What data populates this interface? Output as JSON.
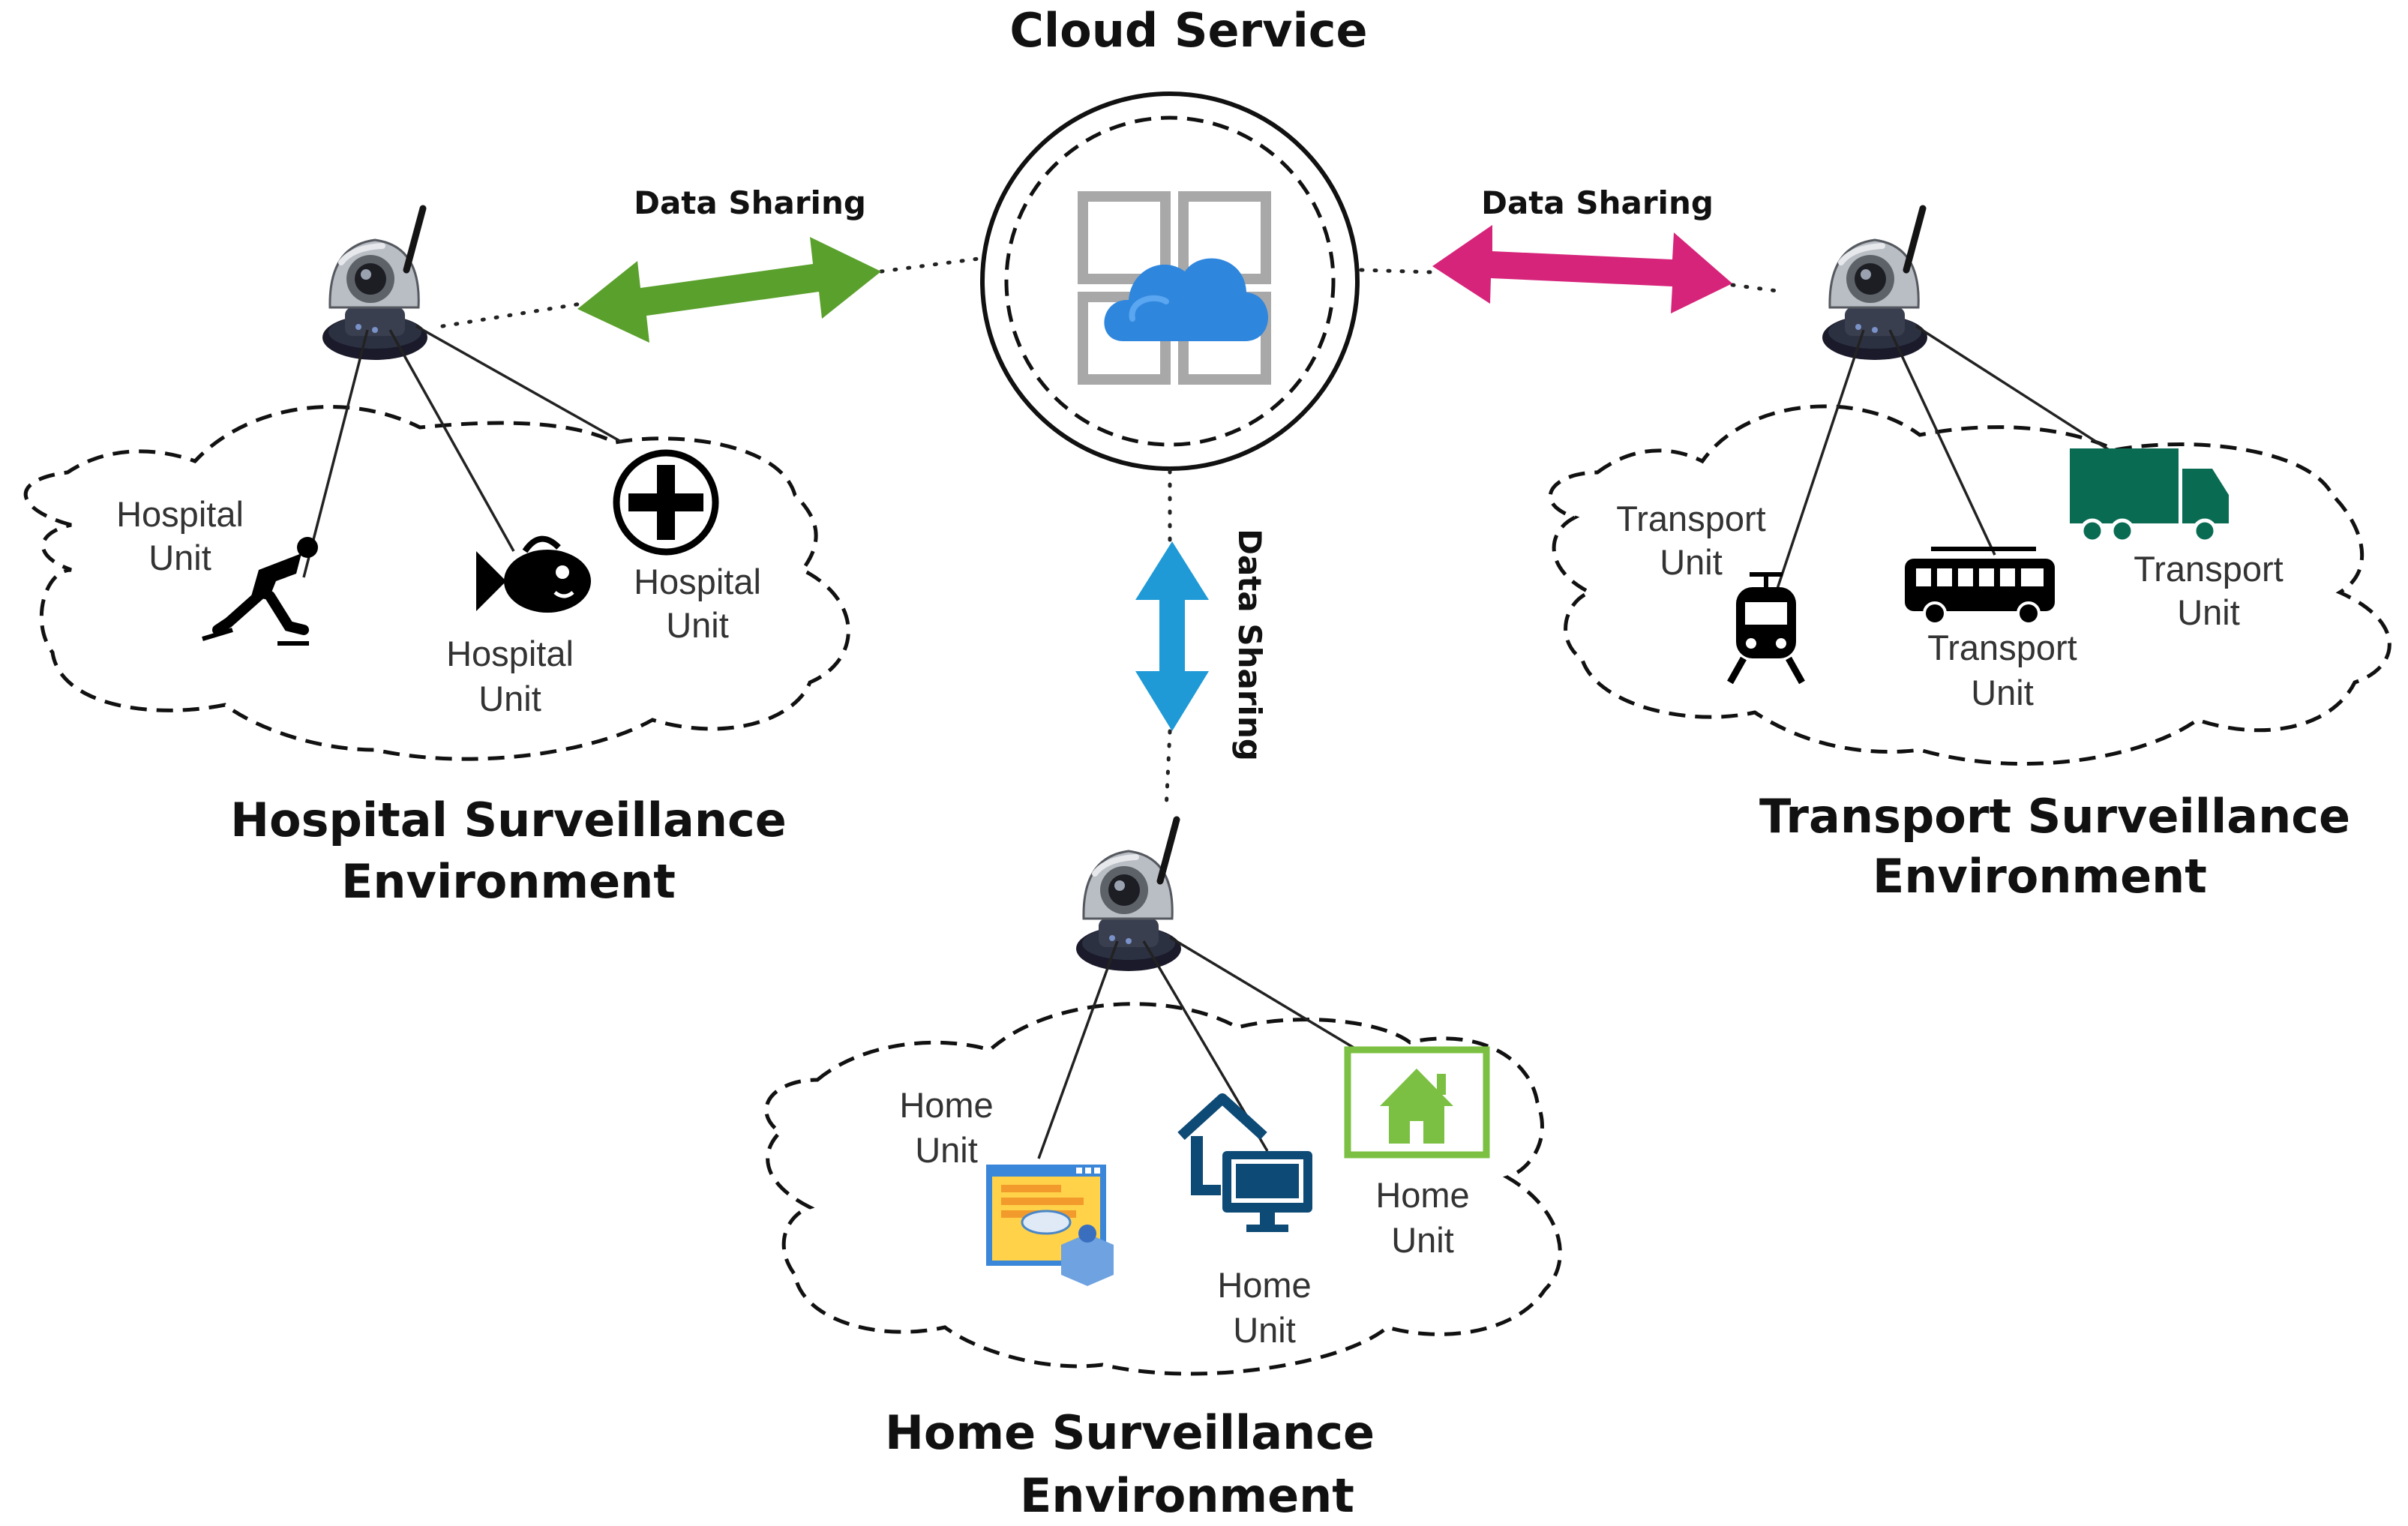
{
  "cloud_service": {
    "title": "Cloud Service"
  },
  "links": {
    "hospital_label": "Data Sharing",
    "transport_label": "Data Sharing",
    "home_label": "Data Sharing",
    "hospital_color": "#5aa02c",
    "transport_color": "#d6247a",
    "home_color": "#1f9ad6"
  },
  "hospital": {
    "title_line1": "Hospital Surveillance",
    "title_line2": "Environment",
    "units": [
      {
        "line1": "Hospital",
        "line2": "Unit",
        "icon": "skater-icon"
      },
      {
        "line1": "Hospital",
        "line2": "Unit",
        "icon": "fish-icon"
      },
      {
        "line1": "Hospital",
        "line2": "Unit",
        "icon": "medical-cross-icon"
      }
    ]
  },
  "transport": {
    "title_line1": "Transport Surveillance",
    "title_line2": "Environment",
    "units": [
      {
        "line1": "Transport",
        "line2": "Unit",
        "icon": "train-icon"
      },
      {
        "line1": "Transport",
        "line2": "Unit",
        "icon": "bus-icon"
      },
      {
        "line1": "Transport",
        "line2": "Unit",
        "icon": "truck-icon"
      }
    ]
  },
  "home": {
    "title_line1": "Home Surveillance",
    "title_line2": "Environment",
    "units": [
      {
        "line1": "Home",
        "line2": "Unit",
        "icon": "web-app-icon"
      },
      {
        "line1": "Home",
        "line2": "Unit",
        "icon": "home-computer-icon"
      },
      {
        "line1": "Home",
        "line2": "Unit",
        "icon": "green-house-icon"
      }
    ]
  }
}
